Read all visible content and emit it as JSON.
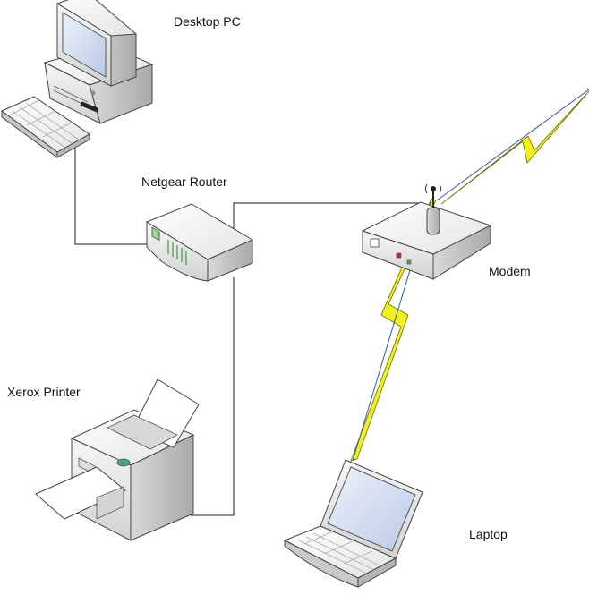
{
  "labels": {
    "desktop": "Desktop PC",
    "router": "Netgear Router",
    "modem": "Modem",
    "printer": "Xerox Printer",
    "laptop": "Laptop"
  },
  "icons": {
    "desktop": "desktop-computer-icon",
    "router": "router-icon",
    "modem": "wireless-modem-icon",
    "printer": "printer-icon",
    "laptop": "laptop-icon"
  },
  "colors": {
    "wireless_bolt": "#f2f21b",
    "wireless_ray": "#3355aa",
    "cable": "#1a1a1a",
    "screen": "#cfdcf2"
  }
}
